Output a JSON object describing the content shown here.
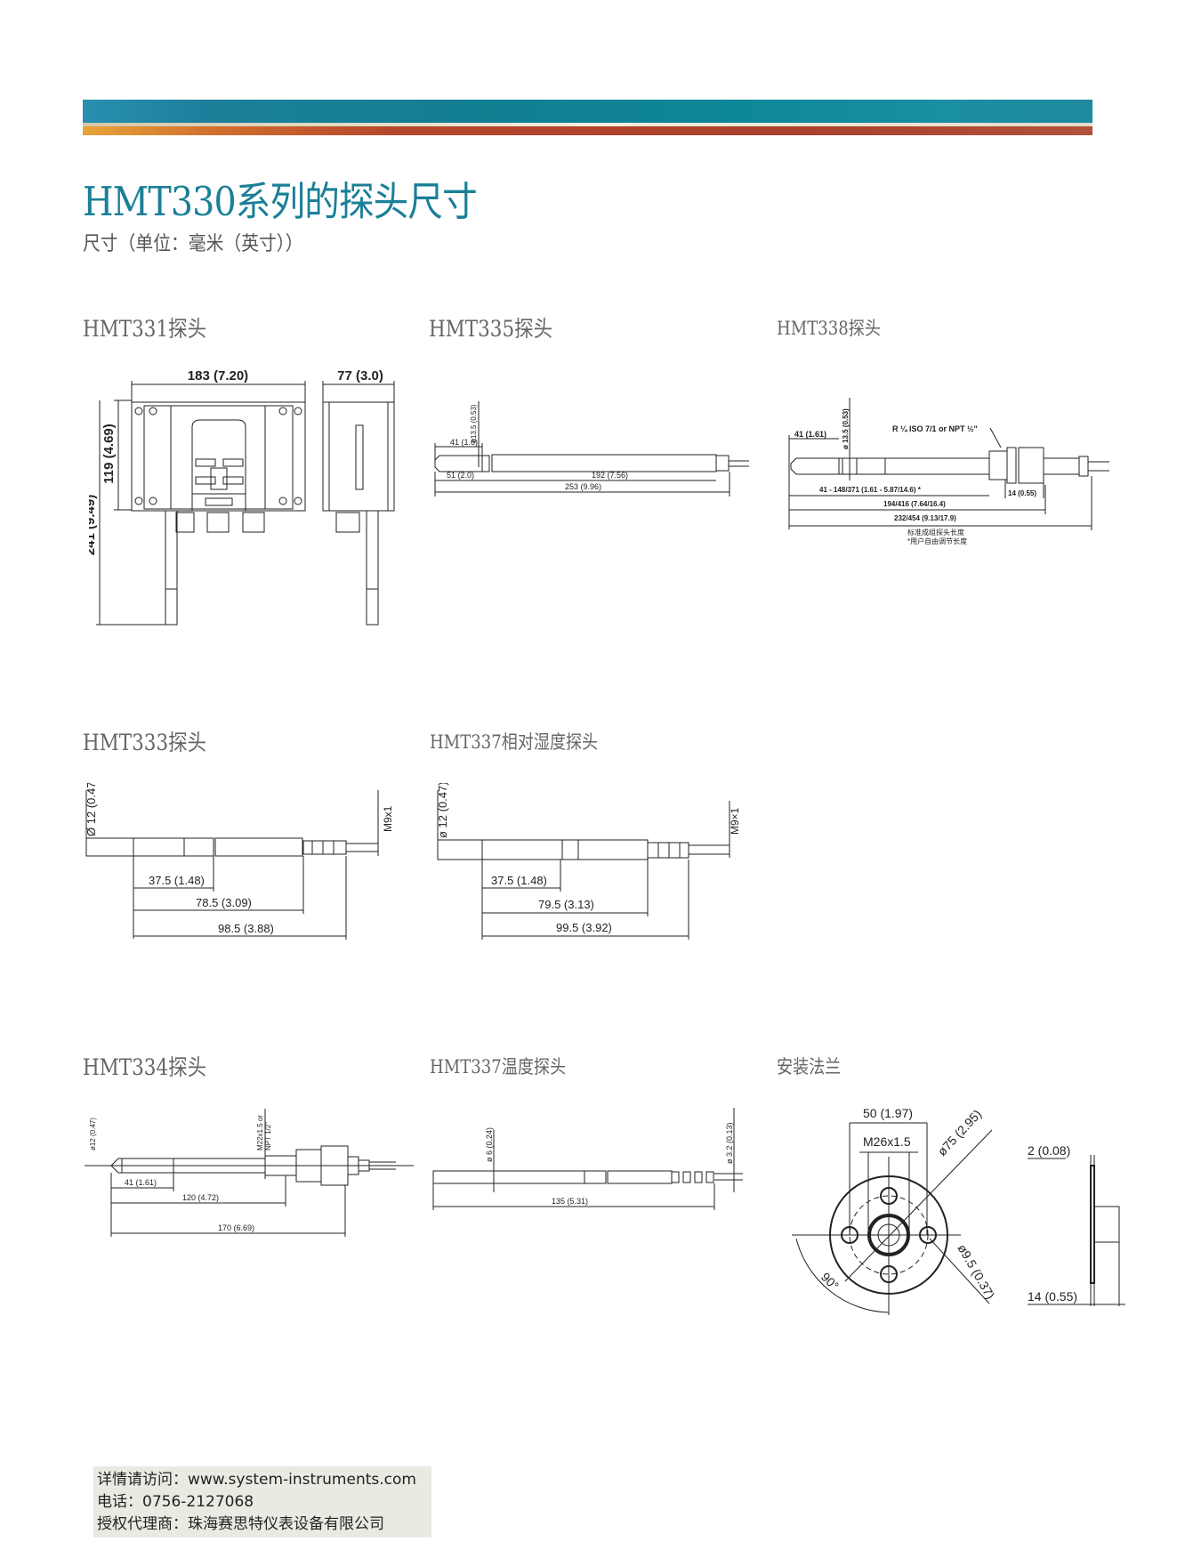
{
  "header": {
    "title": "HMT330系列的探头尺寸",
    "subtitle": "尺寸（单位：毫米（英寸））"
  },
  "sections": {
    "hmt331": {
      "heading": "HMT331探头",
      "dims": {
        "width": "183 (7.20)",
        "depth": "77 (3.0)",
        "height_box": "119 (4.69)",
        "height_total": "241 (9.49)"
      }
    },
    "hmt335": {
      "heading": "HMT335探头",
      "dims": {
        "tip": "41 (1.6)",
        "dia": "ø13.5 (0.53)",
        "a": "51 (2.0)",
        "b": "192 (7.56)",
        "total": "253 (9.96)"
      }
    },
    "hmt338": {
      "heading": "HMT338探头",
      "dims": {
        "tip": "41 (1.61)",
        "dia": "ø 13.5 (0.53)",
        "thread": "R ¼ ISO 7/1 or NPT ½\"",
        "adjust": "41 - 148/371 (1.61 - 5.87/14.6) *",
        "nut": "14 (0.55)",
        "mid": "194/416 (7.64/16.4)",
        "total": "232/454 (9.13/17.9)"
      },
      "notes": [
        "标准成组探头长度",
        "*用户自由调节长度"
      ]
    },
    "hmt333": {
      "heading": "HMT333探头",
      "dims": {
        "dia": "Ø 12 (0.47)",
        "thread": "M9x1",
        "a": "37.5 (1.48)",
        "b": "78.5 (3.09)",
        "c": "98.5 (3.88)"
      }
    },
    "hmt337rh": {
      "heading": "HMT337相对湿度探头",
      "dims": {
        "dia": "ø 12 (0.47)",
        "thread": "M9×1",
        "a": "37.5 (1.48)",
        "b": "79.5 (3.13)",
        "c": "99.5 (3.92)"
      }
    },
    "hmt334": {
      "heading": "HMT334探头",
      "dims": {
        "dia": "ø12 (0.47)",
        "thread1": "M22x1.5 or",
        "thread2": "NPT 1/2\"",
        "a": "41 (1.61)",
        "b": "120 (4.72)",
        "c": "170 (6.69)"
      }
    },
    "hmt337t": {
      "heading": "HMT337温度探头",
      "dims": {
        "dia": "ø 6 (0.24)",
        "dia2": "ø 3.2 (0.13)",
        "total": "135 (5.31)"
      }
    },
    "flange": {
      "heading": "安装法兰",
      "dims": {
        "spacing": "50 (1.97)",
        "thread": "M26x1.5",
        "dia": "ø75 (2.95)",
        "hole": "ø9.5 (0.37)",
        "angle": "90°",
        "thick": "2 (0.08)",
        "depth": "14 (0.55)"
      }
    }
  },
  "footer": {
    "line1": "详情请访问：www.system-instruments.com",
    "line2": "电话：0756-2127068",
    "line3": "授权代理商：珠海赛思特仪表设备有限公司"
  }
}
